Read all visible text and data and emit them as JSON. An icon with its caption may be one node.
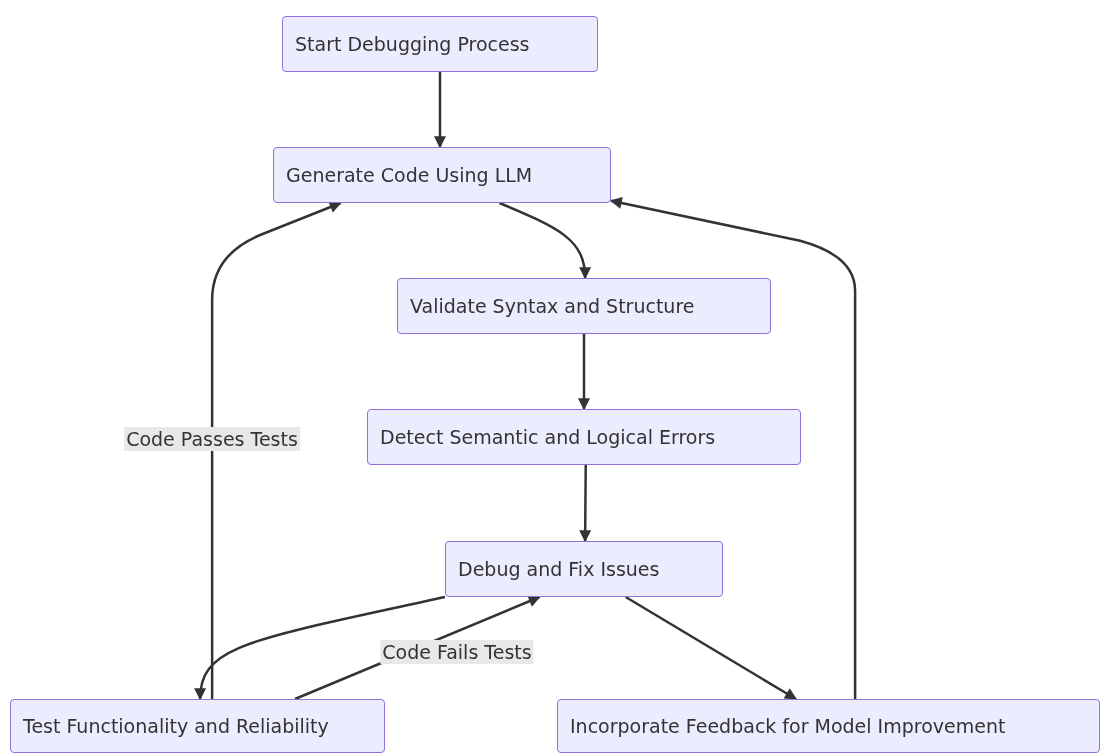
{
  "diagram": {
    "nodes": [
      {
        "text": [
          "Start Debugging Process"
        ]
      },
      {
        "text": [
          "Generate Code Using LLM"
        ]
      },
      {
        "text": [
          "Validate Syntax and Structure"
        ]
      },
      {
        "text": [
          "Detect Semantic and Logical Errors"
        ]
      },
      {
        "text": [
          "Debug and Fix Issues"
        ]
      },
      {
        "text": [
          "Test Functionality and Reliability"
        ]
      },
      {
        "text": [
          "Incorporate Feedback for Model Improvement"
        ]
      }
    ],
    "edges": [
      {
        "from": 0,
        "to": 1,
        "arrow": "to"
      },
      {
        "from": 1,
        "to": 2,
        "arrow": "to"
      },
      {
        "from": 2,
        "to": 3,
        "arrow": "to"
      },
      {
        "from": 3,
        "to": 4,
        "arrow": "to"
      },
      {
        "from": 4,
        "to": 5,
        "arrow": "to"
      },
      {
        "from": 5,
        "to": 4,
        "arrow": "to",
        "label": "Code Fails Tests"
      },
      {
        "from": 4,
        "to": 6,
        "arrow": "to"
      },
      {
        "from": 6,
        "to": 1,
        "arrow": "to"
      },
      {
        "from": 5,
        "to": 1,
        "arrow": "to",
        "label": "Code Passes Tests"
      }
    ]
  }
}
